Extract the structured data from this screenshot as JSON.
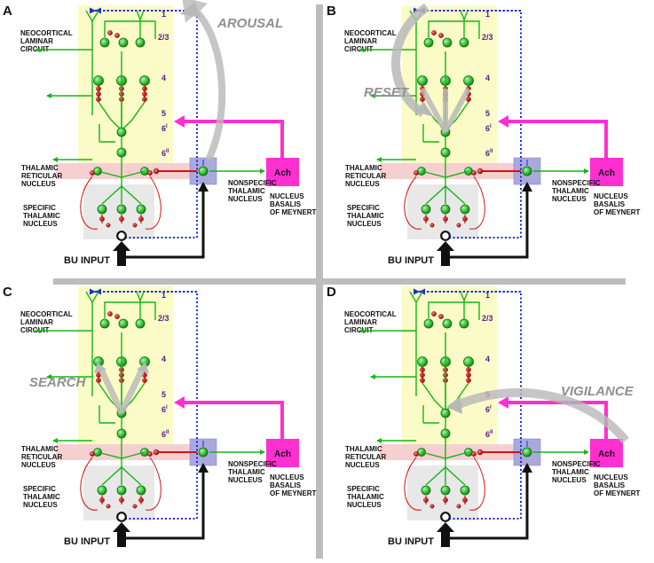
{
  "labels": {
    "neocortical": [
      "NEOCORTICAL",
      "LAMINAR",
      "CIRCUIT"
    ],
    "reticular": [
      "THALAMIC",
      "RETICULAR",
      "NUCLEUS"
    ],
    "specific": [
      "SPECIFIC",
      "THALAMIC",
      "NUCLEUS"
    ],
    "nonspecific": [
      "NONSPECIFIC",
      "THALAMIC",
      "NUCLEUS"
    ],
    "basalis": [
      "NUCLEUS",
      "BASALIS",
      "OF MEYNERT"
    ],
    "ach": "Ach",
    "bu_input": "BU INPUT",
    "layers": [
      "1",
      "2/3",
      "4",
      "5",
      "6",
      "6"
    ],
    "layer_superscripts": [
      "",
      "",
      "",
      "",
      "I",
      "II"
    ]
  },
  "panels": [
    {
      "letter": "A",
      "process": "AROUSAL"
    },
    {
      "letter": "B",
      "process": "RESET"
    },
    {
      "letter": "C",
      "process": "SEARCH"
    },
    {
      "letter": "D",
      "process": "VIGILANCE"
    }
  ],
  "colors": {
    "cortex_bg": "#fbfbc8",
    "reticular_bg": "#f6d0d0",
    "specific_bg": "#e8e8e8",
    "nonspecific_bg": "#a9a9dd",
    "ach_fill": "#ff2fd0",
    "neuron_green": "#15b515",
    "synapse_red": "#d21414",
    "feedback_blue": "#1a2fd6",
    "arrow_grey": "#b8b8b8",
    "divider_grey": "#bdbdbd",
    "layer_text": "#5a1a8a"
  },
  "icons": [
    "pyramidal-dendrite-icon",
    "neuron-node-icon",
    "inhibitory-synapse-icon",
    "arrowhead-icon"
  ]
}
